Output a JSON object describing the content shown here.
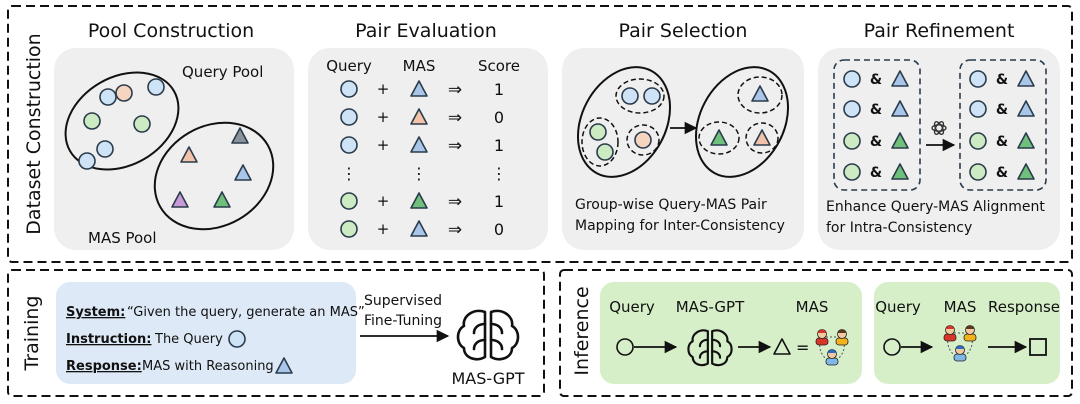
{
  "dataset_construction": {
    "side_label": "Dataset Construction",
    "pool_construction": {
      "title": "Pool Construction",
      "query_pool_label": "Query Pool",
      "mas_pool_label": "MAS Pool"
    },
    "pair_evaluation": {
      "title": "Pair Evaluation",
      "col_query": "Query",
      "col_mas": "MAS",
      "col_score": "Score",
      "plus": "+",
      "arrow": "⇒",
      "vdots": "⋮",
      "scores": [
        "1",
        "0",
        "1",
        "1",
        "0"
      ]
    },
    "pair_selection": {
      "title": "Pair Selection",
      "caption_line1": "Group-wise Query-MAS Pair",
      "caption_line2": "Mapping for Inter-Consistency"
    },
    "pair_refinement": {
      "title": "Pair Refinement",
      "amp": "&",
      "caption_line1": "Enhance Query-MAS Alignment",
      "caption_line2": "for Intra-Consistency"
    }
  },
  "training": {
    "side_label": "Training",
    "system_key": "System:",
    "system_text": "“Given the query, generate an MAS”",
    "instruction_key": "Instruction:",
    "instruction_text": "The Query",
    "response_key": "Response:",
    "response_text": "MAS with Reasoning",
    "arrow_label_line1": "Supervised",
    "arrow_label_line2": "Fine-Tuning",
    "model_label": "MAS-GPT"
  },
  "inference": {
    "side_label": "Inference",
    "query": "Query",
    "model": "MAS-GPT",
    "mas": "MAS",
    "equals": "=",
    "query2": "Query",
    "mas2": "MAS",
    "response": "Response"
  },
  "colors": {
    "panel_gray": "#efefef",
    "training_blue": "#dde9f6",
    "inference_green": "#d6efc9",
    "circle_blue": "#cfe3f7",
    "circle_green": "#cdebc3",
    "circle_orange": "#f6d5c0",
    "tri_blue": "#a9c6e8",
    "tri_green": "#6fc07a",
    "tri_orange": "#f2c3a8",
    "tri_gray": "#8a9399",
    "tri_purple": "#c89bd8"
  }
}
